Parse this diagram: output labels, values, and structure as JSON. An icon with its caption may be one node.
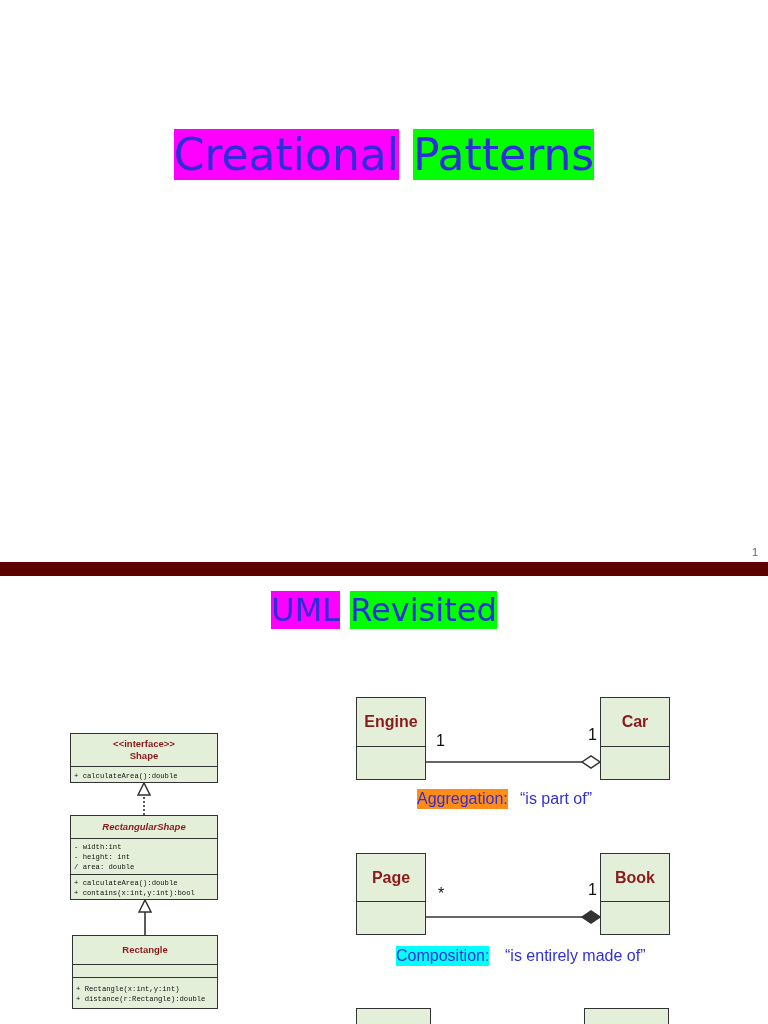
{
  "diagram": {
    "title": "Creational Patterns",
    "nodes": [
      {
        "text": [
          "<<interface>>",
          "Shape",
          "+ calculateArea():double"
        ]
      },
      {
        "text": [
          "RectangularShape",
          "- width:int",
          "- height: int",
          "/ area: double",
          "+ calculateArea():double",
          "+ contains(x:int,y:int):bool"
        ]
      },
      {
        "text": [
          "Rectangle",
          "+ Rectangle(x:int,y:int)",
          "+ distance(r:Rectangle):double"
        ]
      },
      {
        "text": [
          "Engine"
        ]
      },
      {
        "text": [
          "Car"
        ]
      },
      {
        "text": [
          "Page"
        ]
      },
      {
        "text": [
          "Book"
        ]
      },
      {
        "text": [],
        "shape": "box"
      },
      {
        "text": [],
        "shape": "box"
      }
    ],
    "edges": [
      {
        "from": 1,
        "to": 0,
        "arrow": "to",
        "style": "dashed"
      },
      {
        "from": 2,
        "to": 1,
        "arrow": "to"
      },
      {
        "from": 3,
        "to": 4,
        "arrow": "other"
      },
      {
        "from": 5,
        "to": 6,
        "arrow": "other"
      }
    ],
    "labels": [
      "1",
      "UML Revisited",
      "1",
      "1",
      "Aggregation:",
      "“is part of”",
      "*",
      "1",
      "Composition:",
      "“is entirely made of”"
    ]
  }
}
